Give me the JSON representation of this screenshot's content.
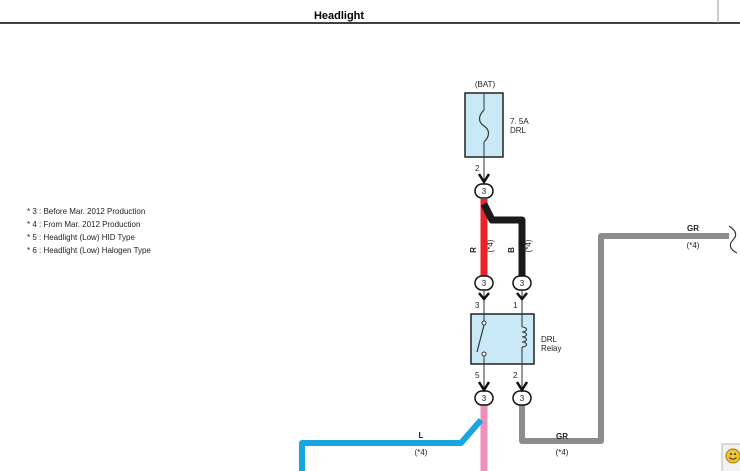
{
  "title": "Headlight",
  "battery_label": "(BAT)",
  "fuse": {
    "rating": "7. 5A",
    "name": "DRL"
  },
  "relay": {
    "name_line1": "DRL",
    "name_line2": "Relay"
  },
  "connector_label": "3",
  "pins": {
    "fuse_out": "2",
    "relay_in_left": "3",
    "relay_in_right": "1",
    "relay_out_left": "5",
    "relay_out_right": "2"
  },
  "wires": {
    "red": {
      "color_code": "R",
      "note": "(*4)",
      "hex": "#e8232a"
    },
    "black": {
      "color_code": "B",
      "note": "(*4)",
      "hex": "#1a1a1a"
    },
    "gray_top": {
      "color_code": "GR",
      "note": "(*4)",
      "hex": "#8c8c8c"
    },
    "gray_bottom": {
      "color_code": "GR",
      "note": "(*4)",
      "hex": "#8c8c8c"
    },
    "blue": {
      "color_code": "L",
      "note": "(*4)",
      "hex": "#19a6e0"
    },
    "pink": {
      "hex": "#ee8fbd"
    }
  },
  "component_fill": "#c9e9f6",
  "legend": [
    "* 3 : Before Mar.  2012 Production",
    "* 4 : From Mar.  2012 Production",
    "* 5 : Headlight (Low) HID Type",
    "* 6 : Headlight (Low) Halogen Type"
  ]
}
